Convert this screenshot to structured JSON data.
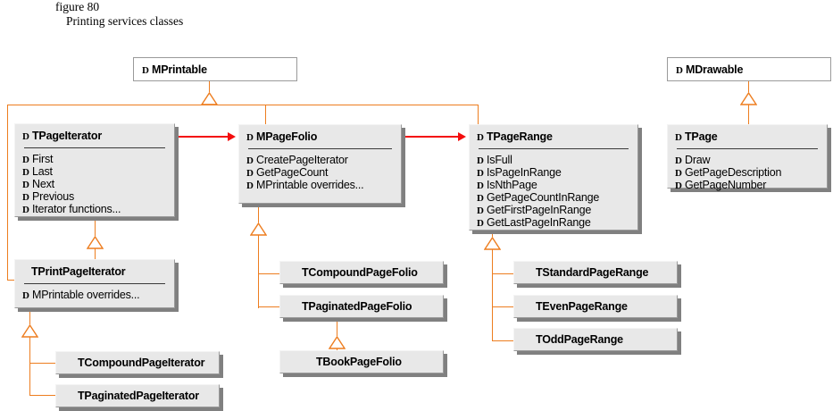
{
  "caption": {
    "figure_number": "figure 80",
    "title": "Printing services classes"
  },
  "marker_glyph": "D",
  "colors": {
    "inheritance_line": "#ED7D1F",
    "association_arrow": "#F40D0D",
    "box_fill": "#E8E8E8",
    "box_fill_plain": "#FFFFFF",
    "box_border": "#9A9A9A",
    "box_shadow": "#808080",
    "text": "#000000"
  },
  "classes": {
    "mprintable": {
      "name": "MPrintable",
      "kind": "mixin"
    },
    "mdrawable": {
      "name": "MDrawable",
      "kind": "mixin"
    },
    "tpageiterator": {
      "name": "TPageIterator",
      "members": [
        "First",
        "Last",
        "Next",
        "Previous",
        "Iterator functions..."
      ]
    },
    "mpagefolio": {
      "name": "MPageFolio",
      "members": [
        "CreatePageIterator",
        "GetPageCount",
        "MPrintable overrides..."
      ]
    },
    "tpagerange": {
      "name": "TPageRange",
      "members": [
        "IsFull",
        "IsPageInRange",
        "IsNthPage",
        "GetPageCountInRange",
        "GetFirstPageInRange",
        "GetLastPageInRange"
      ]
    },
    "tpage": {
      "name": "TPage",
      "members": [
        "Draw",
        "GetPageDescription",
        "GetPageNumber"
      ]
    },
    "tprintpageiterator": {
      "name": "TPrintPageIterator",
      "members": [
        "MPrintable overrides..."
      ]
    },
    "tcompoundpageiterator": {
      "name": "TCompoundPageIterator"
    },
    "tpaginatedpageiterator": {
      "name": "TPaginatedPageIterator"
    },
    "tcompoundpagefolio": {
      "name": "TCompoundPageFolio"
    },
    "tpaginatedpagefolio": {
      "name": "TPaginatedPageFolio"
    },
    "tbookpagefolio": {
      "name": "TBookPageFolio"
    },
    "tstandardpagerange": {
      "name": "TStandardPageRange"
    },
    "tevenpagerange": {
      "name": "TEvenPageRange"
    },
    "toddpagerange": {
      "name": "TOddPageRange"
    }
  }
}
